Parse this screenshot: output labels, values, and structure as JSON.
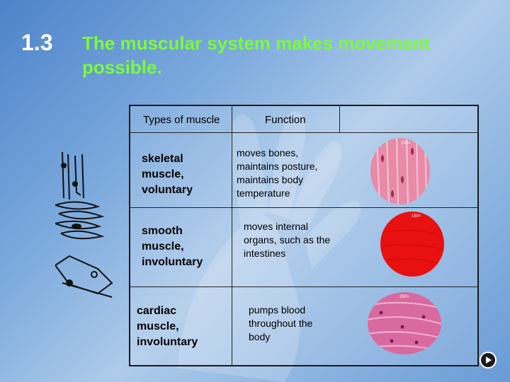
{
  "slide": {
    "number": "1.3",
    "title": "The muscular system makes movement possible."
  },
  "table": {
    "headers": [
      "Types of muscle",
      "Function"
    ],
    "rows": [
      {
        "type": "skeletal muscle, voluntary",
        "function": "moves bones, maintains posture, maintains body temperature",
        "image": "skeletal-muscle-micrograph",
        "magnification": "200×"
      },
      {
        "type": "smooth muscle, involuntary",
        "function": "moves internal organs, such as the intestines",
        "image": "smooth-muscle-micrograph",
        "magnification": "150×"
      },
      {
        "type": "cardiac muscle, involuntary",
        "function": "pumps blood throughout the body",
        "image": "cardiac-muscle-micrograph",
        "magnification": "250×"
      }
    ]
  },
  "icons": [
    "skeletal-muscle-fiber-icon",
    "smooth-muscle-cell-icon",
    "cardiac-muscle-cell-icon",
    "play-icon"
  ],
  "colors": {
    "title": "#7cfc38",
    "slide_number": "#ffffff",
    "background": "#79a8dc"
  }
}
